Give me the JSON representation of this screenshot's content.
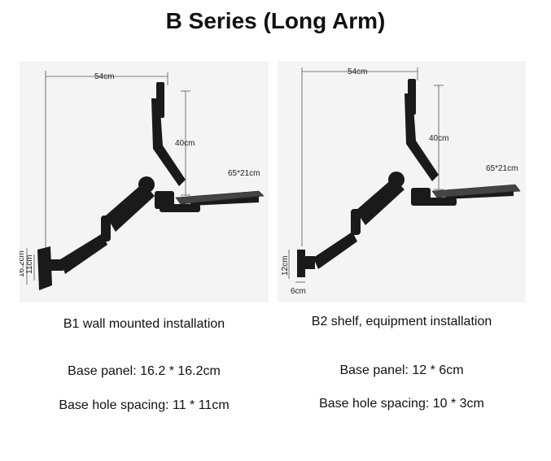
{
  "title": "B Series (Long Arm)",
  "b1": {
    "caption": "B1 wall mounted installation",
    "base_panel": "Base panel: 16.2 * 16.2cm",
    "hole_spacing": "Base hole spacing: 11 * 11cm",
    "dims": {
      "width": "54cm",
      "height": "40cm",
      "tray": "65*21cm",
      "panel_h": "16.2cm",
      "hole_h": "11cm"
    }
  },
  "b2": {
    "caption": "B2 shelf, equipment installation",
    "base_panel": "Base panel: 12 * 6cm",
    "hole_spacing": "Base hole spacing: 10 * 3cm",
    "dims": {
      "width": "54cm",
      "height": "40cm",
      "tray": "65*21cm",
      "panel_h": "12cm",
      "panel_w": "6cm"
    }
  },
  "colors": {
    "arm": "#1a1a1a",
    "panel_bg": "#f4f4f4",
    "dim_line": "#555555"
  }
}
